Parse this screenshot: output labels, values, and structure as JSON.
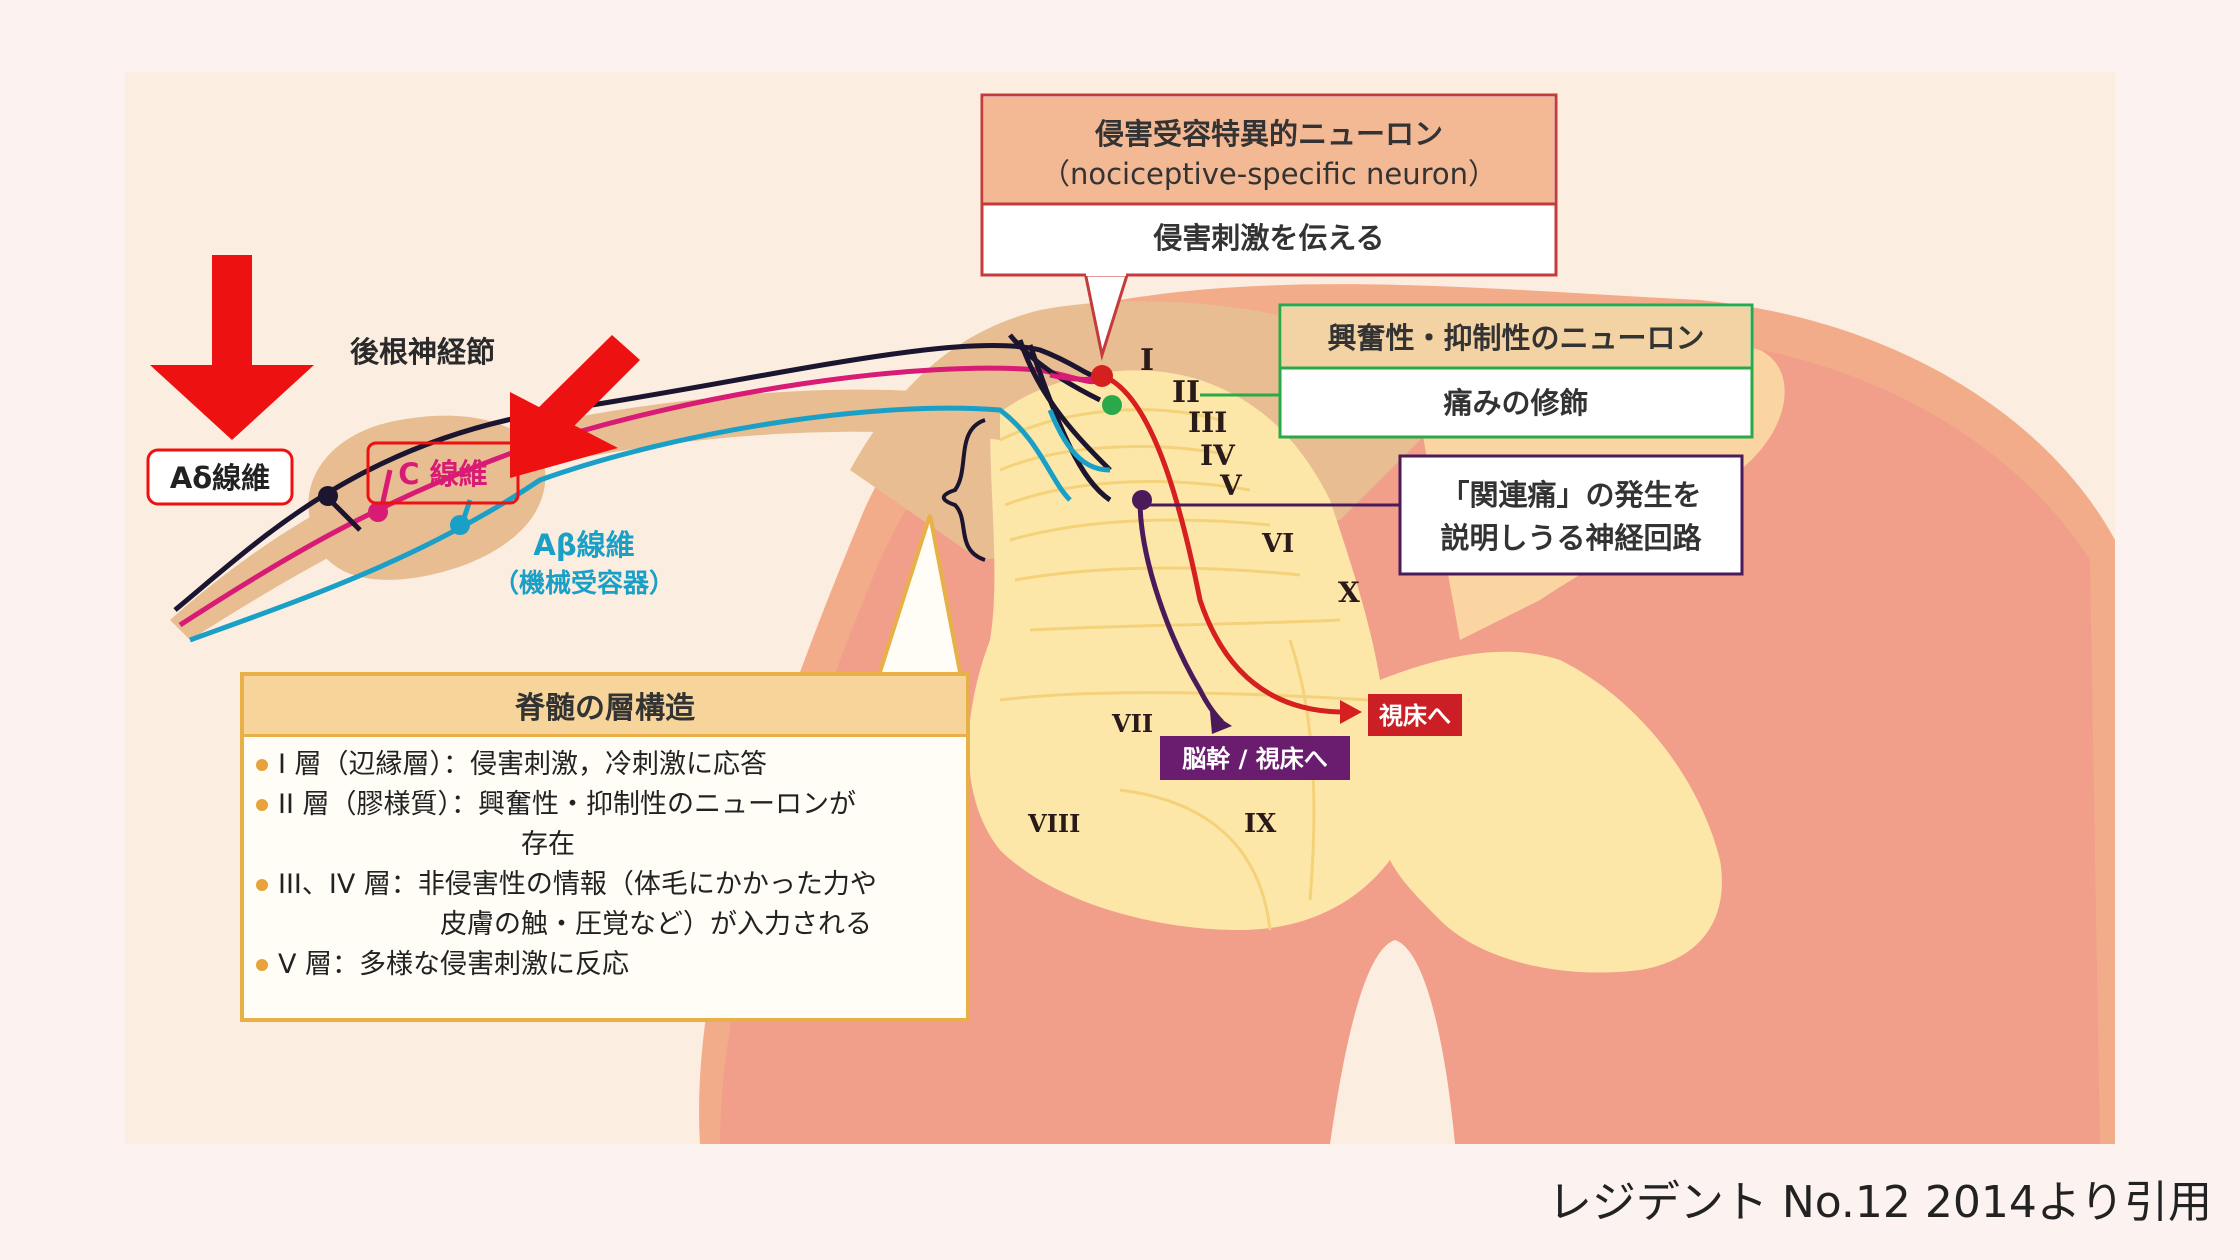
{
  "colors": {
    "background": "#fcf3f1",
    "cord_outer": "#f3ac8a",
    "cord_pink": "#ef8f88",
    "cord_tan": "#e8bd92",
    "gray_matter": "#fde7a8",
    "gray_matter_inner": "#fff2c0",
    "c_fiber": "#d81b74",
    "a_beta_fiber": "#1aa0c7",
    "a_delta_fiber": "#1b1530",
    "red_arrow": "#ee1111",
    "red_path": "#d62020",
    "purple_path": "#4b1a5a"
  },
  "arrows": {
    "big_arrow_left": "down-arrow-icon",
    "big_arrow_right": "down-left-arrow-icon"
  },
  "labels": {
    "drg": "後根神経節",
    "a_delta": "Aδ線維",
    "c_fiber": "C 線維",
    "a_beta": "Aβ線維",
    "a_beta_sub": "（機械受容器）",
    "to_thalamus": "視床へ",
    "to_brainstem": "脳幹 / 視床へ"
  },
  "laminae": [
    "I",
    "II",
    "III",
    "IV",
    "V",
    "VI",
    "VII",
    "VIII",
    "IX",
    "X"
  ],
  "callout_ns": {
    "title": "侵害受容特異的ニューロン",
    "subtitle": "（nociceptive-specific neuron）",
    "body": "侵害刺激を伝える"
  },
  "callout_inter": {
    "title": "興奮性・抑制性のニューロン",
    "body": "痛みの修飾"
  },
  "callout_referred": {
    "line1": "「関連痛」の発生を",
    "line2": "説明しうる神経回路"
  },
  "layers_panel": {
    "title": "脊髄の層構造",
    "items": [
      {
        "text": "I 層（辺縁層）：侵害刺激，冷刺激に応答",
        "cont": ""
      },
      {
        "text": "II 層（膠様質）：興奮性・抑制性のニューロンが",
        "cont": "　　　　　　　　　存在"
      },
      {
        "text": "III、IV 層：非侵害性の情報（体毛にかかった力や",
        "cont": "　　　　　　皮膚の触・圧覚など）が入力される"
      },
      {
        "text": "V 層：多様な侵害刺激に反応",
        "cont": ""
      }
    ]
  },
  "credit": "レジデント No.12 2014より引用"
}
